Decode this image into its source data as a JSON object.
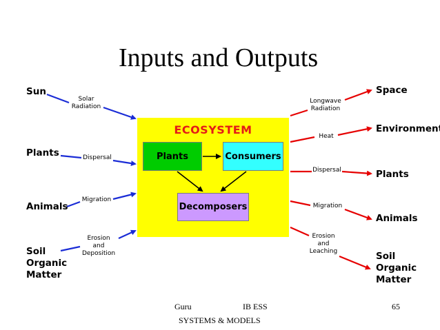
{
  "title": "Inputs and Outputs",
  "ecosystem": {
    "title": "ECOSYSTEM",
    "plants": "Plants",
    "consumers": "Consumers",
    "decomposers": "Decomposers"
  },
  "inputs": [
    {
      "source": [
        "Sun"
      ],
      "flow": [
        "Solar",
        "Radiation"
      ]
    },
    {
      "source": [
        "Plants"
      ],
      "flow": [
        "Dispersal"
      ]
    },
    {
      "source": [
        "Animals"
      ],
      "flow": [
        "Migration"
      ]
    },
    {
      "source": [
        "Soil",
        "Organic",
        "Matter"
      ],
      "flow": [
        "Erosion",
        "and",
        "Deposition"
      ]
    }
  ],
  "outputs": [
    {
      "sink": [
        "Space"
      ],
      "flow": [
        "Longwave",
        "Radiation"
      ]
    },
    {
      "sink": [
        "Environment"
      ],
      "flow": [
        "Heat"
      ]
    },
    {
      "sink": [
        "Plants"
      ],
      "flow": [
        "Dispersal"
      ]
    },
    {
      "sink": [
        "Animals"
      ],
      "flow": [
        "Migration"
      ]
    },
    {
      "sink": [
        "Soil",
        "Organic",
        "Matter"
      ],
      "flow": [
        "Erosion",
        "and",
        "Leaching"
      ]
    }
  ],
  "colors": {
    "input_arrow": "#1a2cd6",
    "output_arrow": "#e60000",
    "ecosystem_bg": "#ffff00",
    "ecosystem_title": "#e41b17",
    "plants_box": "#00cc00",
    "consumers_box": "#33ffff",
    "decomposers_box": "#cc99ff"
  },
  "footer": {
    "author": "Guru",
    "course": "IB ESS",
    "topic": "SYSTEMS & MODELS",
    "page": "65"
  }
}
